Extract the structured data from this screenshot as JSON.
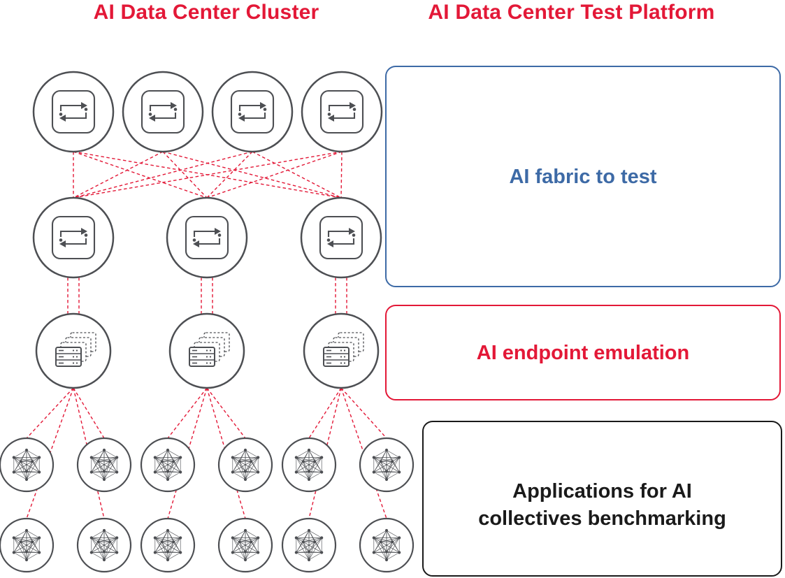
{
  "titles": {
    "cluster": "AI Data Center Cluster",
    "platform": "AI Data Center Test Platform",
    "color": "#e31837"
  },
  "annotations": {
    "fabric": {
      "label": "AI fabric to test",
      "color": "#3d6aa6"
    },
    "endpoint": {
      "label": "AI endpoint emulation",
      "color": "#e31837"
    },
    "applications": {
      "label_line1": "Applications for AI",
      "label_line2": "collectives benchmarking",
      "color": "#1a1a1a"
    }
  },
  "diagram": {
    "spine_switch_count": 4,
    "leaf_switch_count": 3,
    "endpoint_server_count": 3,
    "application_node_count": 12,
    "icons": {
      "switch": "switch-icon",
      "server": "server-stack-icon",
      "application": "neural-mesh-icon"
    },
    "link_color": "#e31837",
    "node_stroke_color": "#4d4f53",
    "link_style": "dashed"
  }
}
